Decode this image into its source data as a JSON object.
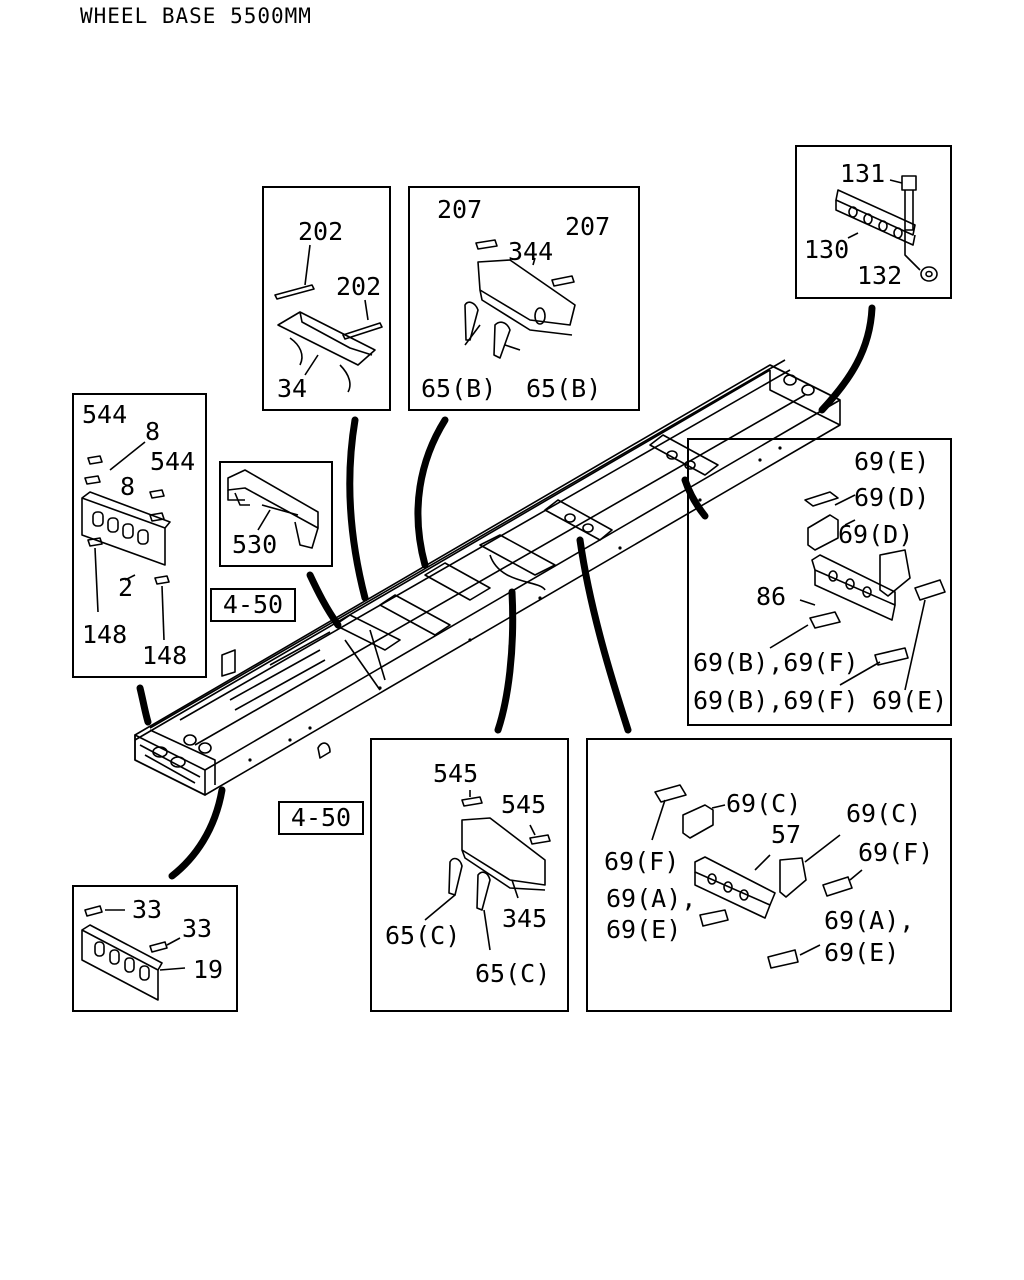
{
  "header": {
    "title": "WHEEL BASE 5500MM"
  },
  "refs": {
    "top": "4-50",
    "bottom": "4-50"
  },
  "panels": {
    "rear_cross": {
      "labels": [
        "544",
        "8",
        "544",
        "8",
        "2",
        "148",
        "148"
      ]
    },
    "cross_34": {
      "labels": [
        "202",
        "202",
        "34"
      ]
    },
    "cross_344": {
      "labels": [
        "207",
        "207",
        "344",
        "65(B)",
        "65(B)"
      ]
    },
    "bolt": {
      "labels": [
        "131",
        "130",
        "132"
      ]
    },
    "cross_530": {
      "labels": [
        "530"
      ]
    },
    "cross_86": {
      "labels": [
        "69(E)",
        "69(D)",
        "69(D)",
        "86",
        "69(B),69(F)",
        "69(B),69(F)",
        "69(E)"
      ]
    },
    "front_cross": {
      "labels": [
        "33",
        "33",
        "19"
      ]
    },
    "cross_345": {
      "labels": [
        "545",
        "545",
        "345",
        "65(C)",
        "65(C)"
      ]
    },
    "cross_57": {
      "labels": [
        "69(F)",
        "69(C)",
        "69(C)",
        "57",
        "69(F)",
        "69(A),",
        "69(E)",
        "69(A),",
        "69(E)"
      ]
    }
  }
}
